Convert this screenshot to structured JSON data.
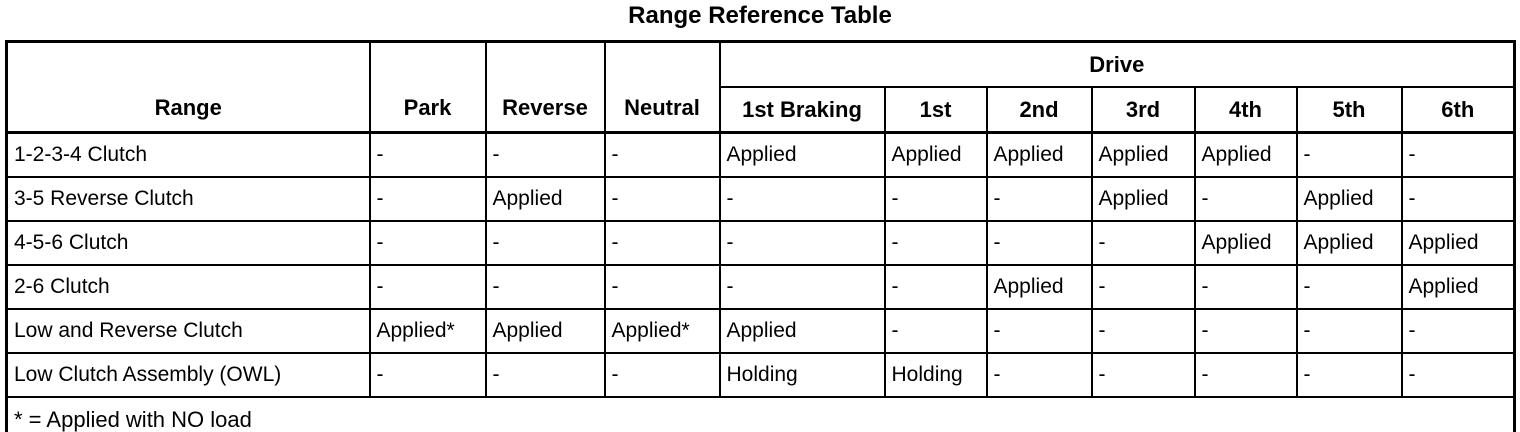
{
  "title": "Range Reference Table",
  "table": {
    "range_header": "Range",
    "fixed_columns": [
      "Park",
      "Reverse",
      "Neutral"
    ],
    "drive_group_header": "Drive",
    "drive_columns": [
      "1st Braking",
      "1st",
      "2nd",
      "3rd",
      "4th",
      "5th",
      "6th"
    ],
    "rows": [
      {
        "range": "1-2-3-4 Clutch",
        "cells": [
          "-",
          "-",
          "-",
          "Applied",
          "Applied",
          "Applied",
          "Applied",
          "Applied",
          "-",
          "-"
        ]
      },
      {
        "range": "3-5 Reverse Clutch",
        "cells": [
          "-",
          "Applied",
          "-",
          "-",
          "-",
          "-",
          "Applied",
          "-",
          "Applied",
          "-"
        ]
      },
      {
        "range": "4-5-6 Clutch",
        "cells": [
          "-",
          "-",
          "-",
          "-",
          "-",
          "-",
          "-",
          "Applied",
          "Applied",
          "Applied"
        ]
      },
      {
        "range": "2-6 Clutch",
        "cells": [
          "-",
          "-",
          "-",
          "-",
          "-",
          "Applied",
          "-",
          "-",
          "-",
          "Applied"
        ]
      },
      {
        "range": "Low and Reverse Clutch",
        "cells": [
          "Applied*",
          "Applied",
          "Applied*",
          "Applied",
          "-",
          "-",
          "-",
          "-",
          "-",
          "-"
        ]
      },
      {
        "range": "Low Clutch Assembly (OWL)",
        "cells": [
          "-",
          "-",
          "-",
          "Holding",
          "Holding",
          "-",
          "-",
          "-",
          "-",
          "-"
        ]
      }
    ],
    "footnote": "* = Applied with NO load",
    "colors": {
      "border": "#000000",
      "text": "#000000",
      "background": "#ffffff"
    }
  }
}
